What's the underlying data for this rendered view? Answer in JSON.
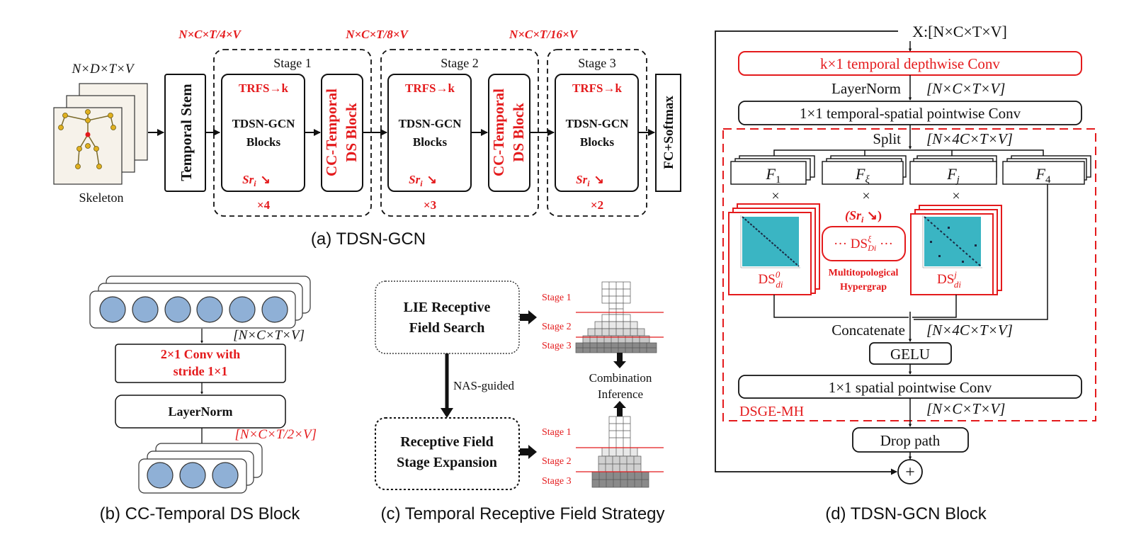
{
  "colors": {
    "accent_red": "#e41a1c",
    "stroke": "#111111",
    "circle_blue": "#8fb0d6",
    "heatmap_cyan": "#3ab5c3",
    "grid_gray": "#c8c8c8",
    "grid_dark": "#8a8a8a"
  },
  "panel_a": {
    "caption": "(a) TDSN-GCN",
    "input_shape": "N×D×T×V",
    "skeleton_label": "Skeleton",
    "temporal_stem": "Temporal Stem",
    "dim1": "N×C×T/4×V",
    "dim2": "N×C×T/8×V",
    "dim3": "N×C×T/16×V",
    "stage1": "Stage 1",
    "stage2": "Stage 2",
    "stage3": "Stage 3",
    "trfs": "TRFS→k",
    "tdsn_blocks_l1": "TDSN-GCN",
    "tdsn_blocks_l2": "Blocks",
    "sr": "Sr",
    "sr_sub": "i",
    "sr_arrow": "↘",
    "ds_block_l1": "CC-Temporal",
    "ds_block_l2": "DS Block",
    "rep1": "×4",
    "rep2": "×3",
    "rep3": "×2",
    "fc": "FC+Softmax"
  },
  "panel_b": {
    "caption": "(b) CC-Temporal DS Block",
    "dim_in": "[N×C×T×V]",
    "conv_l1": "2×1 Conv with",
    "conv_l2": "stride 1×1",
    "layernorm": "LayerNorm",
    "dim_out": "[N×C×T/2×V]"
  },
  "panel_c": {
    "caption": "(c) Temporal Receptive Field Strategy",
    "lie_l1": "LIE Receptive",
    "lie_l2": "Field Search",
    "nas": "NAS-guided",
    "rfs_l1": "Receptive Field",
    "rfs_l2": "Stage Expansion",
    "stage1": "Stage 1",
    "stage2": "Stage 2",
    "stage3": "Stage 3",
    "comb_l1": "Combination",
    "comb_l2": "Inference"
  },
  "panel_d": {
    "caption": "(d) TDSN-GCN Block",
    "input": "X:[N×C×T×V]",
    "dw_conv": "k×1 temporal depthwise Conv",
    "layernorm": "LayerNorm",
    "dim1": "[N×C×T×V]",
    "pw_conv": "1×1 temporal-spatial pointwise Conv",
    "split": "Split",
    "dim2": "[N×4C×T×V]",
    "f1": "F",
    "f1_sub": "1",
    "f2": "F",
    "f2_sub": "ξ",
    "f3": "F",
    "f3_sub": "j",
    "f4": "F",
    "f4_sub": "4",
    "times": "×",
    "sr_paren": "(Sr",
    "sr_sub": "i",
    "sr_tail": " ↘)",
    "ds_mid": "··· DS",
    "ds_mid_sup": "ξ",
    "ds_mid_sub": "Di",
    "ds_mid_tail": " ···",
    "multi_l1": "Multitopological",
    "multi_l2": "Hypergrap",
    "ds0": "DS",
    "ds0_sup": "0",
    "ds0_sub": "di",
    "dsj": "DS",
    "dsj_sup": "j",
    "dsj_sub": "di",
    "concat": "Concatenate",
    "dim3": "[N×4C×T×V]",
    "gelu": "GELU",
    "sp_conv": "1×1 spatial pointwise Conv",
    "dsge": "DSGE-MH",
    "dim4": "[N×C×T×V]",
    "drop_path": "Drop path",
    "plus": "+"
  }
}
